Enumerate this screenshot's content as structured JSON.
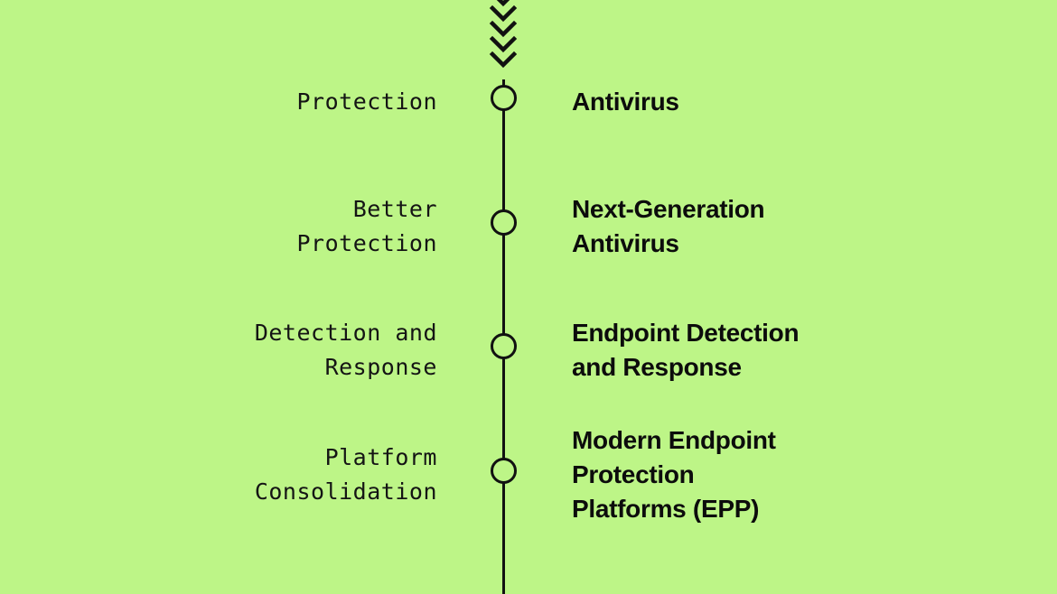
{
  "diagram": {
    "type": "vertical-timeline",
    "orientation": "top-to-bottom",
    "background_color": "#bdf587",
    "ink_color": "#111111",
    "flow_indicator": {
      "icon": "chevron-down-icon",
      "count": 5,
      "direction": "down"
    },
    "stages": [
      {
        "stage_label": "Protection",
        "tech_name": "Antivirus",
        "node_icon": "circle-node-icon"
      },
      {
        "stage_label": "Better\nProtection",
        "tech_name": "Next-Generation\nAntivirus",
        "node_icon": "circle-node-icon"
      },
      {
        "stage_label": "Detection and\nResponse",
        "tech_name": "Endpoint Detection\nand Response",
        "node_icon": "circle-node-icon"
      },
      {
        "stage_label": "Platform\nConsolidation",
        "tech_name": "Modern Endpoint\nProtection\nPlatforms (EPP)",
        "node_icon": "circle-node-icon"
      }
    ]
  }
}
